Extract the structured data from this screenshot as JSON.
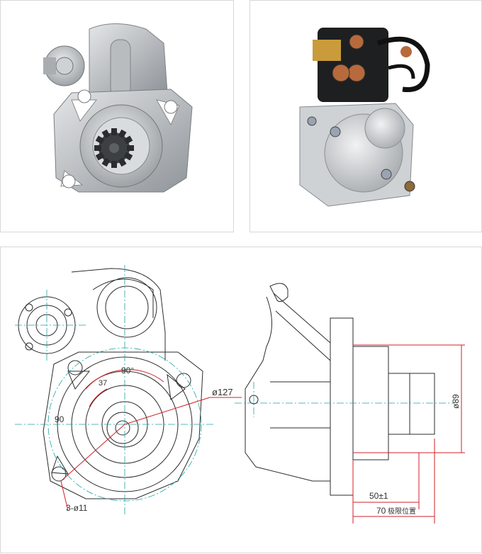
{
  "photos": {
    "front": {
      "label": "Starter motor front view photo"
    },
    "rear": {
      "label": "Starter motor rear view photo"
    }
  },
  "drawing": {
    "front_view": {
      "dim_outer_diameter": "ø127",
      "dim_angle_top": "90°",
      "dim_angle_small": "37",
      "dim_angle_left": "90",
      "dim_holes": "3-ø11"
    },
    "side_view": {
      "dim_pinion_diameter": "ø89",
      "dim_length_a": "50±1",
      "dim_length_b": "70",
      "dim_length_b_note": "极限位置"
    }
  },
  "colors": {
    "line": "#2b2b2b",
    "center": "#21a3a3",
    "dim_red": "#d0202a",
    "body_gray": "#c9ccce"
  }
}
